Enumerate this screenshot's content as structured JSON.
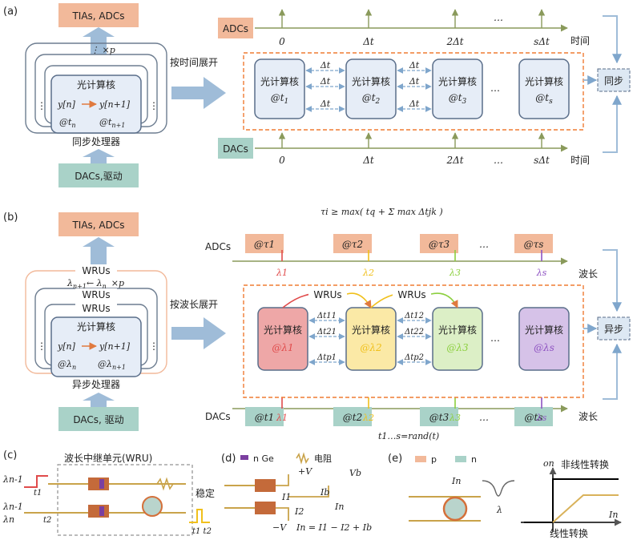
{
  "panel_a": {
    "tag": "(a)",
    "top_box": "TIAs, ADCs",
    "bottom_box": "DACs,驱动",
    "repeat": "⋮ ×p",
    "core_title": "光计算核",
    "core_in": "y[n]",
    "core_out": "y[n+1]",
    "core_tn": "@t",
    "core_tn_sub": "n",
    "core_tn1": "@t",
    "core_tn1_sub": "n+1",
    "processor": "同步处理器",
    "unfold": "按时间展开",
    "adc": "ADCs",
    "dac": "DACs",
    "ticks": [
      "0",
      "Δt",
      "2Δt",
      "…",
      "sΔt"
    ],
    "axis": "时间",
    "cores": [
      "光计算核",
      "光计算核",
      "光计算核",
      "光计算核"
    ],
    "core_times": [
      "@t",
      "@t",
      "@t",
      "@t"
    ],
    "core_time_subs": [
      "1",
      "2",
      "3",
      "s"
    ],
    "dt": "Δt",
    "ellipsis": "…",
    "sync": "同步"
  },
  "panel_b": {
    "tag": "(b)",
    "top_box": "TIAs, ADCs",
    "bottom_box": "DACs, 驱动",
    "wru": "WRUs",
    "lambda_row": "λ",
    "lambda_row_rest": "← λ",
    "lambda_row_times": "×p",
    "core_title": "光计算核",
    "core_in": "y[n]",
    "core_out": "y[n+1]",
    "core_ln": "@λ",
    "core_ln_sub": "n",
    "core_ln1_sub": "n+1",
    "processor": "异步处理器",
    "unfold": "按波长展开",
    "formula": "τi ≥ max( tq + Σ max Δtjk )",
    "adc": "ADCs",
    "dac": "DACs",
    "adc_tags": [
      "@τ1",
      "@τ2",
      "@τ3",
      "…",
      "@τs"
    ],
    "dac_tags": [
      "@t1",
      "@t2",
      "@t3",
      "…",
      "@ts"
    ],
    "lambdas": [
      "λ1",
      "λ2",
      "λ3",
      "λs"
    ],
    "axis": "波长",
    "cores": [
      "光计算核",
      "光计算核",
      "光计算核",
      "光计算核"
    ],
    "core_lambdas": [
      "@λ1",
      "@λ2",
      "@λ3",
      "@λs"
    ],
    "dt_labels": [
      "Δt11",
      "Δt21",
      "Δtp1",
      "Δt12",
      "Δt22",
      "Δtp2"
    ],
    "rand": "t1…s=rand(t)",
    "async": "异步"
  },
  "panel_c": {
    "tag": "(c)",
    "title": "波长中继单元(WRU)",
    "in1": "λn-1",
    "t1": "t1",
    "in2": "λn-1",
    "in3": "λn",
    "t2": "t2",
    "stable": "稳定",
    "out_times": "t1 t2"
  },
  "panel_d": {
    "tag": "(d)",
    "nge": "n Ge",
    "resistor": "电阻",
    "plus_v": "+V",
    "minus_v": "−V",
    "vb": "Vb",
    "i1": "I1",
    "i2": "I2",
    "ib": "Ib",
    "in": "In",
    "eq": "In = I1 − I2 + Ib"
  },
  "panel_e": {
    "tag": "(e)",
    "p": "p",
    "n": "n",
    "in": "In",
    "lambda": "λ",
    "on": "on",
    "nonlinear": "非线性转换",
    "linear": "线性转换"
  },
  "colors": {
    "orange_box": "#f2b99a",
    "teal_box": "#a9d2c8",
    "core_fill": "#e6edf7",
    "core_stroke": "#5a6e8a",
    "arrow_blue": "#9fbcd8",
    "dashed_orange": "#ef7b32",
    "sync_fill": "#dde8f3",
    "lambda1": "#e04b4b",
    "lambda2": "#f0c01c",
    "lambda3": "#8ccf3e",
    "lambdas": "#8e52c2"
  }
}
